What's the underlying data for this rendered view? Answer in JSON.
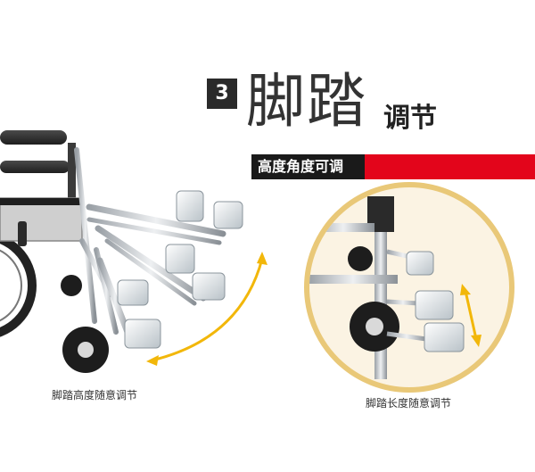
{
  "header": {
    "step_number": "3",
    "title_large": "脚踏",
    "title_small": "调节"
  },
  "banner": {
    "label": "高度角度可调"
  },
  "captions": {
    "left": "脚踏高度随意调节",
    "right": "脚踏长度随意调节"
  },
  "colors": {
    "accent_red": "#e3051b",
    "arrow_yellow": "#f2b70a",
    "circle_border": "#e9c878",
    "circle_fill": "#fbf3e3"
  }
}
